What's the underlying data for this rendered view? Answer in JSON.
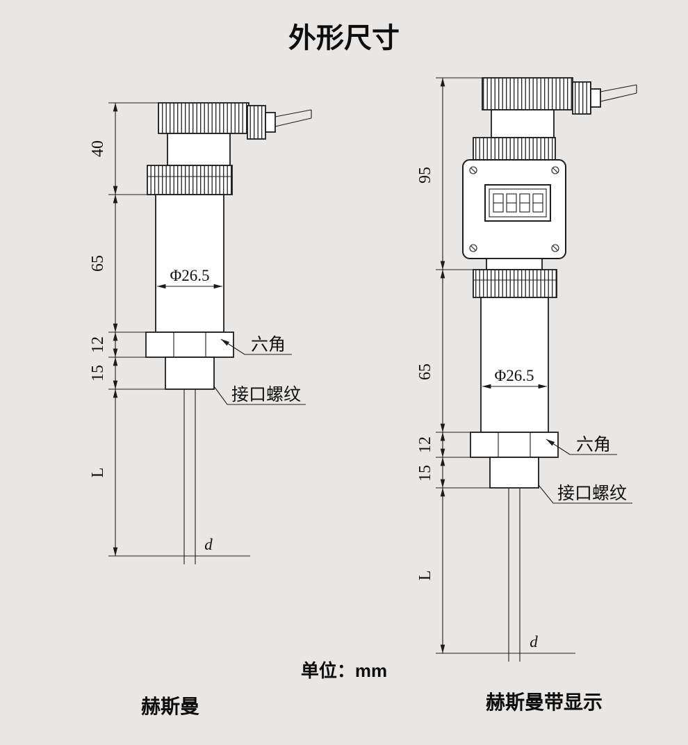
{
  "title": "外形尺寸",
  "unit_note": "单位：mm",
  "figures": {
    "left": {
      "caption": "赫斯曼",
      "dim_top": "40",
      "dim_body": "65",
      "dim_hex": "12",
      "dim_thread": "15",
      "dim_probe": "L",
      "dim_diameter": "Φ26.5",
      "dim_probe_dia": "d",
      "label_hex": "六角",
      "label_thread": "接口螺纹"
    },
    "right": {
      "caption": "赫斯曼带显示",
      "dim_top": "95",
      "dim_body": "65",
      "dim_hex": "12",
      "dim_thread": "15",
      "dim_probe": "L",
      "dim_diameter": "Φ26.5",
      "dim_probe_dia": "d",
      "label_hex": "六角",
      "label_thread": "接口螺纹"
    }
  }
}
